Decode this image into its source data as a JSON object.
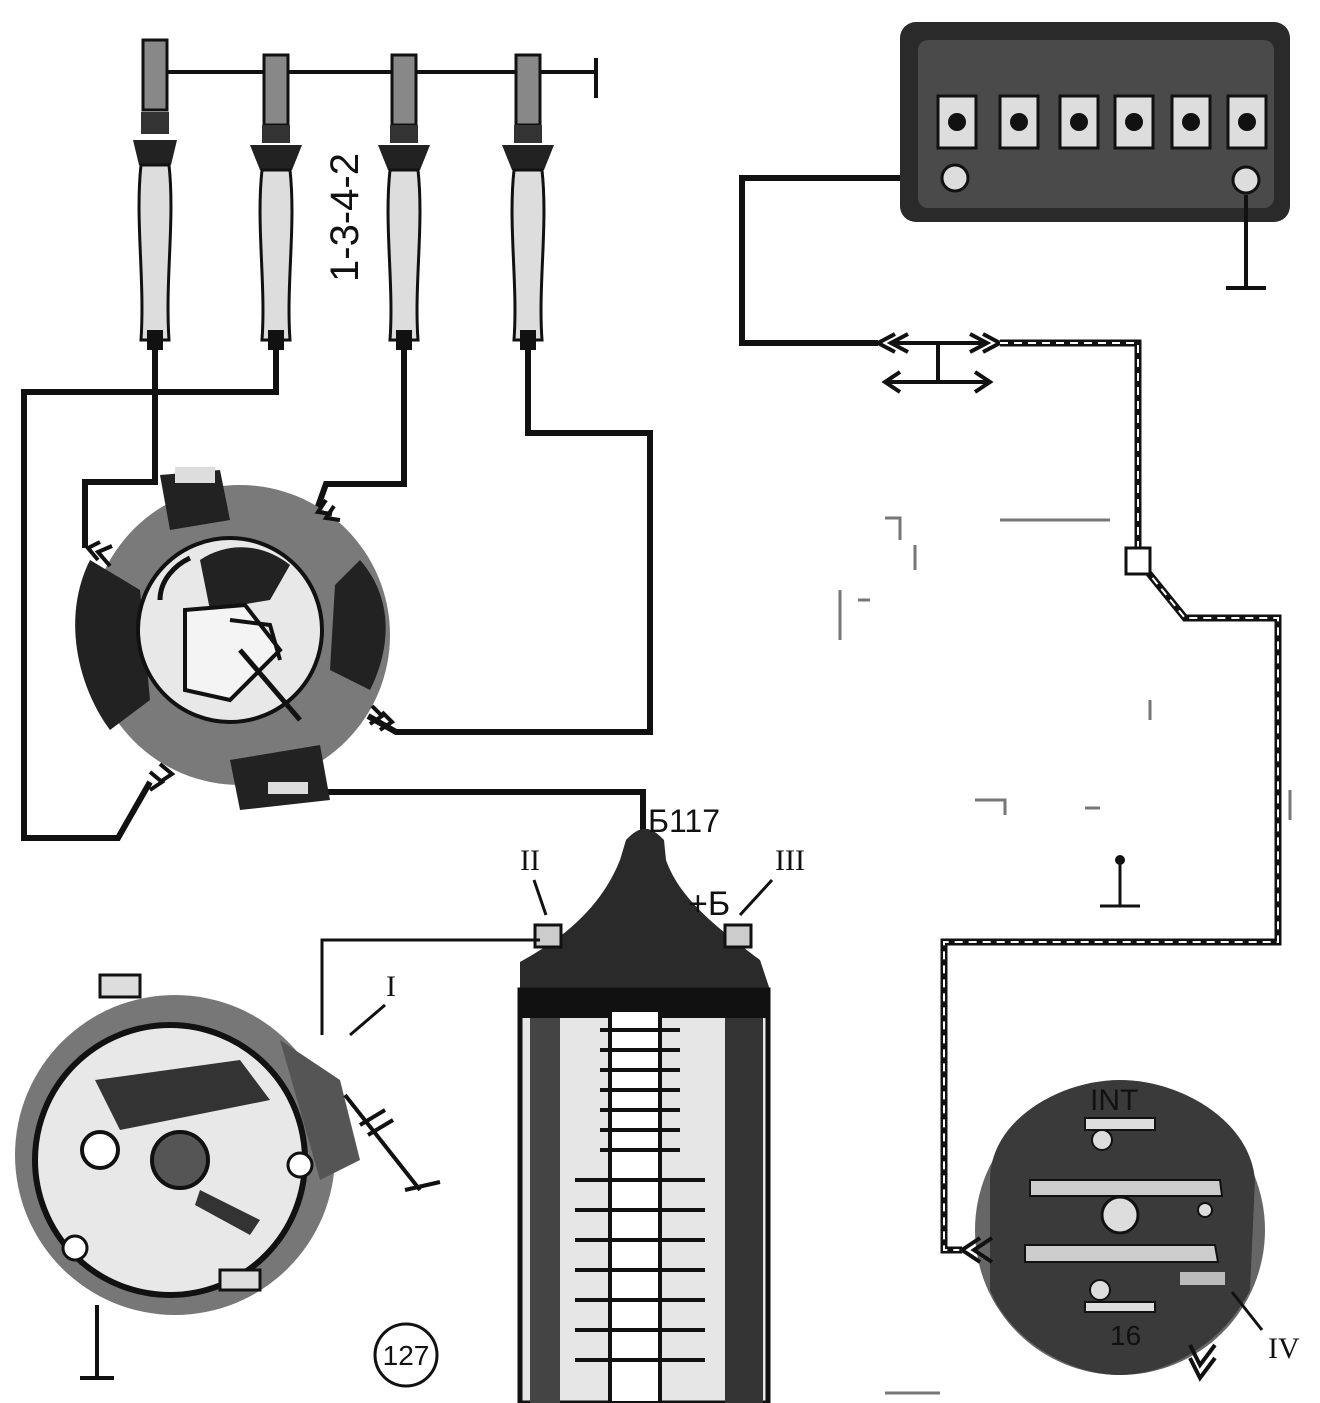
{
  "diagram": {
    "firing_order": "1-3-4-2",
    "coil_terminal_top": "Б117",
    "coil_plus": "+Б",
    "roman_labels": {
      "breaker_terminal": "I",
      "coil_left_terminal": "II",
      "coil_right_terminal": "III",
      "switch_terminal": "IV"
    },
    "switch_labels": {
      "top": "INT",
      "bottom": "16"
    },
    "figure_number": "127"
  },
  "colors": {
    "ink": "#111111",
    "paper": "#ffffff"
  }
}
